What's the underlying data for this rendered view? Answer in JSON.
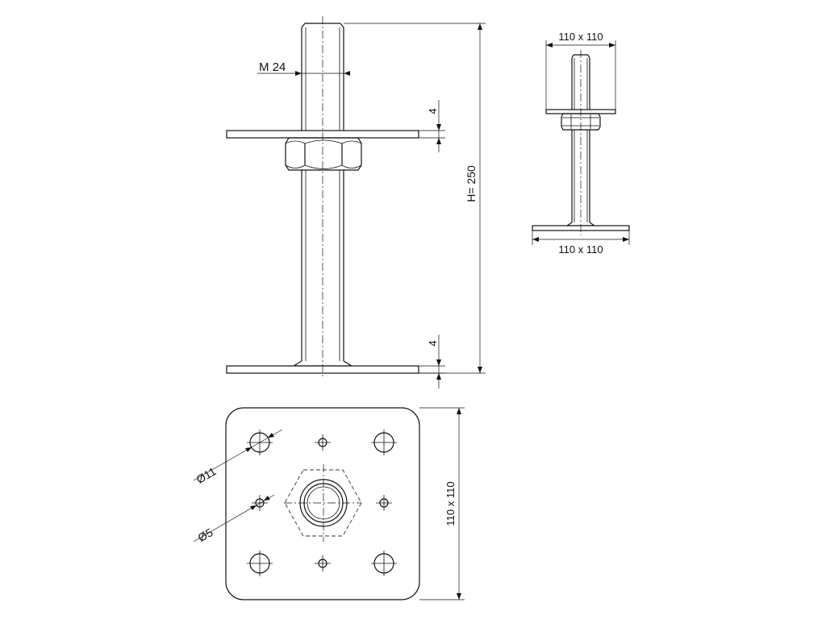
{
  "drawing": {
    "front_view": {
      "thread_label": "M 24",
      "top_plate_thickness": "4",
      "bottom_plate_thickness": "4",
      "height_label": "H= 250"
    },
    "side_view": {
      "top_plate_size": "110 x 110",
      "bottom_plate_size": "110 x 110"
    },
    "plan_view": {
      "large_hole_label": "Ø11",
      "small_hole_label": "Ø5",
      "plate_size": "110 x 110"
    }
  }
}
